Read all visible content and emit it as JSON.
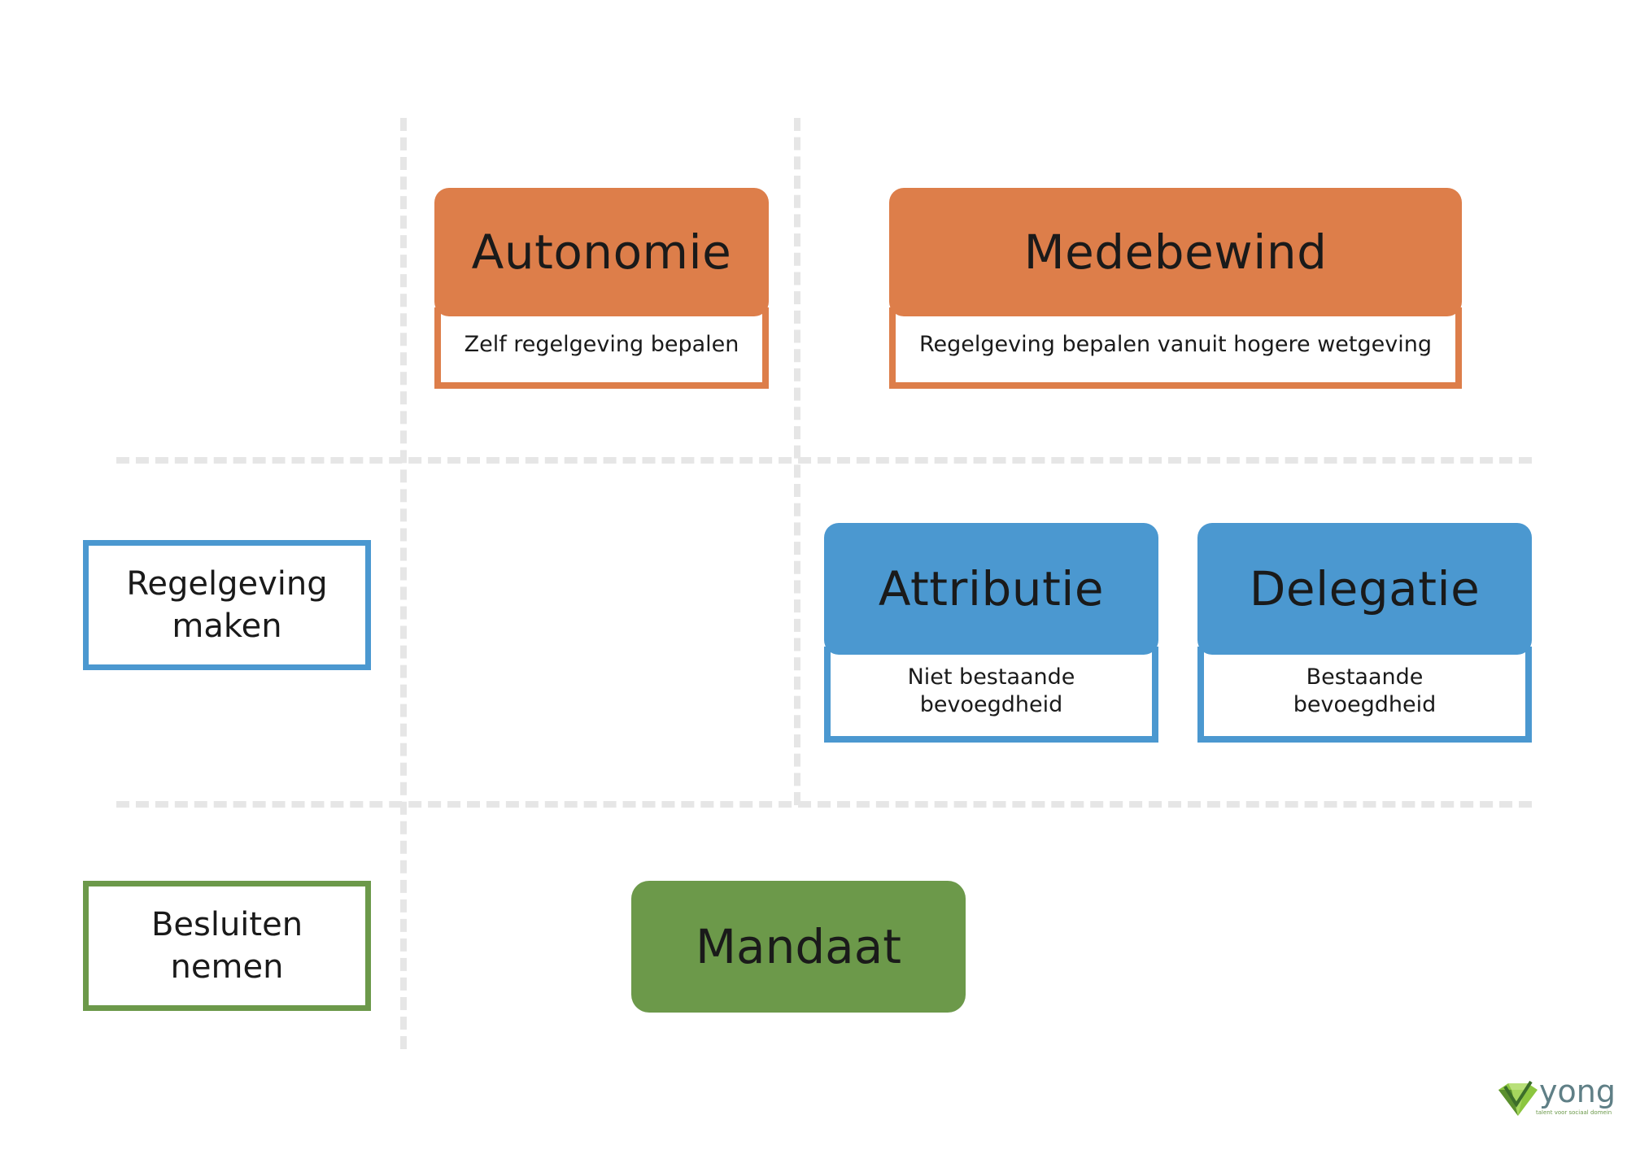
{
  "columns": {
    "autonomie": {
      "title": "Autonomie",
      "subtitle": "Zelf regelgeving bepalen",
      "color": "#dd7e4a"
    },
    "medebewind": {
      "title": "Medebewind",
      "subtitle": "Regelgeving bepalen vanuit hogere wetgeving",
      "color": "#dd7e4a"
    }
  },
  "rows": {
    "regelgeving": {
      "label_line1": "Regelgeving",
      "label_line2": "maken",
      "color": "#4b98d0"
    },
    "besluiten": {
      "label_line1": "Besluiten",
      "label_line2": "nemen",
      "color": "#6c994a"
    }
  },
  "cells": {
    "attributie": {
      "title": "Attributie",
      "line1": "Niet bestaande",
      "line2": "bevoegdheid"
    },
    "delegatie": {
      "title": "Delegatie",
      "line1": "Bestaande",
      "line2": "bevoegdheid"
    },
    "mandaat": {
      "title": "Mandaat",
      "color": "#6c994a"
    }
  },
  "logo": {
    "word": "yong",
    "tagline": "talent voor sociaal domein",
    "icon": "diamond-logo-icon"
  }
}
